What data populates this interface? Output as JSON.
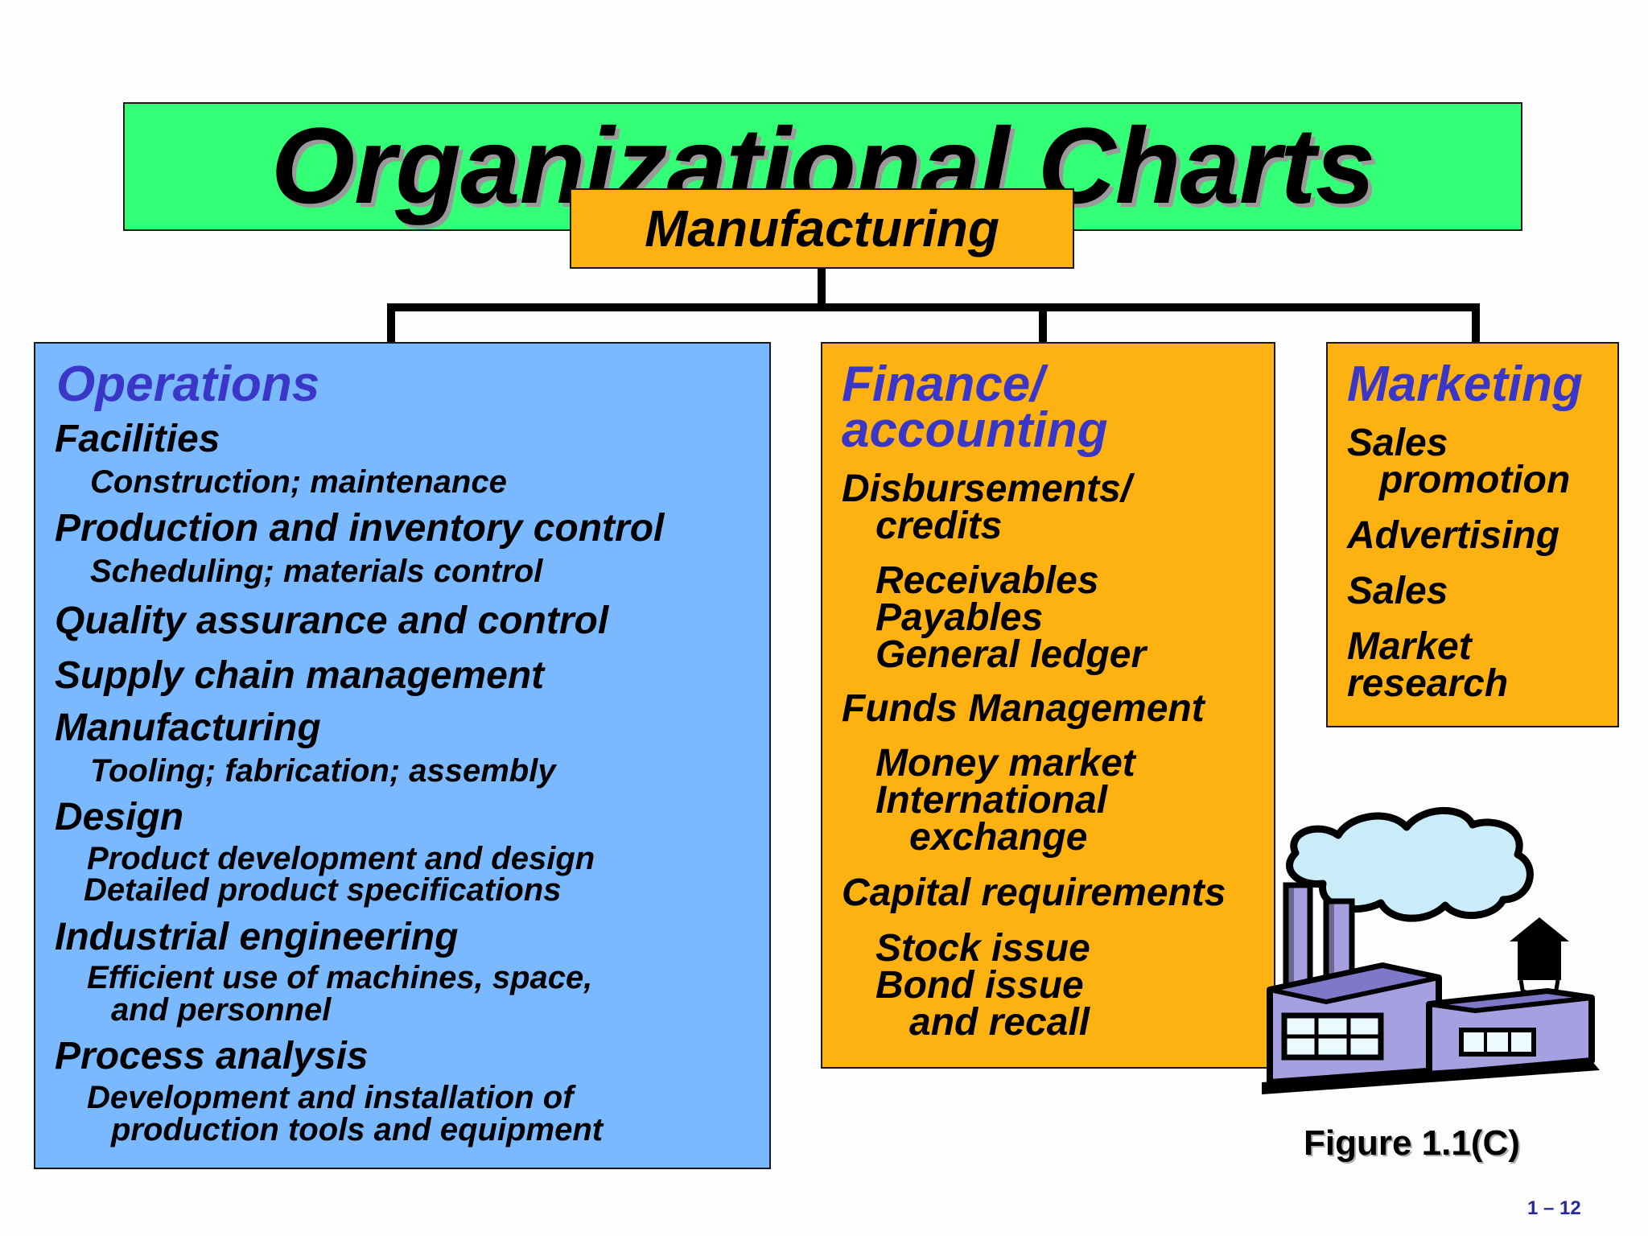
{
  "title": "Organizational Charts",
  "root": "Manufacturing",
  "operations": {
    "heading": "Operations",
    "items": [
      "Facilities",
      "Construction; maintenance",
      "Production and inventory control",
      "Scheduling; materials control",
      "Quality assurance and control",
      "Supply chain management",
      "Manufacturing",
      "Tooling; fabrication; assembly",
      "Design",
      "Product development and design",
      "Detailed product specifications",
      "Industrial engineering",
      "Efficient use of machines, space,",
      "and personnel",
      "Process analysis",
      "Development and installation of",
      "production tools and equipment"
    ]
  },
  "finance": {
    "heading_line1": "Finance/",
    "heading_line2": "accounting",
    "items": [
      "Disbursements/",
      "credits",
      "Receivables",
      "Payables",
      "General ledger",
      "Funds Management",
      "Money market",
      "International",
      "exchange",
      "Capital requirements",
      "Stock issue",
      "Bond issue",
      "and recall"
    ]
  },
  "marketing": {
    "heading": "Marketing",
    "items": [
      "Sales",
      "promotion",
      "Advertising",
      "Sales",
      "Market",
      "research"
    ]
  },
  "figure_label": "Figure 1.1(C)",
  "page_number": "1 – 12",
  "colors": {
    "title_bg": "#33ff77",
    "orange_box": "#fdb211",
    "blue_box": "#7ab8ff",
    "heading_text": "#3a36c8"
  },
  "illustration": "factory-clipart"
}
